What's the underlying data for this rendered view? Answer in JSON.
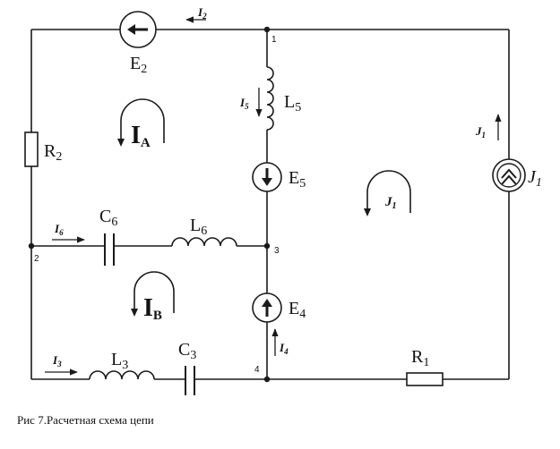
{
  "caption": "Рис 7.Расчетная схема цепи",
  "nodes": {
    "n1": "1",
    "n2": "2",
    "n3": "3",
    "n4": "4"
  },
  "components": {
    "E2": {
      "main": "E",
      "sub": "2"
    },
    "R2": {
      "main": "R",
      "sub": "2"
    },
    "L5": {
      "main": "L",
      "sub": "5"
    },
    "E5": {
      "main": "E",
      "sub": "5"
    },
    "C6": {
      "main": "C",
      "sub": "6"
    },
    "L6": {
      "main": "L",
      "sub": "6"
    },
    "E4": {
      "main": "E",
      "sub": "4"
    },
    "L3": {
      "main": "L",
      "sub": "3"
    },
    "C3": {
      "main": "C",
      "sub": "3"
    },
    "R1": {
      "main": "R",
      "sub": "1"
    },
    "J1": {
      "main": "J",
      "sub": "1"
    }
  },
  "currents": {
    "I2": {
      "main": "I",
      "sub": "2"
    },
    "I5": {
      "main": "I",
      "sub": "5"
    },
    "I6": {
      "main": "I",
      "sub": "6"
    },
    "I3": {
      "main": "I",
      "sub": "3"
    },
    "I4": {
      "main": "I",
      "sub": "4"
    },
    "J1": {
      "main": "J",
      "sub": "1"
    }
  },
  "loops": {
    "A": {
      "main": "I",
      "sub": "A"
    },
    "B": {
      "main": "I",
      "sub": "B"
    },
    "J": {
      "main": "J",
      "sub": "1"
    }
  }
}
